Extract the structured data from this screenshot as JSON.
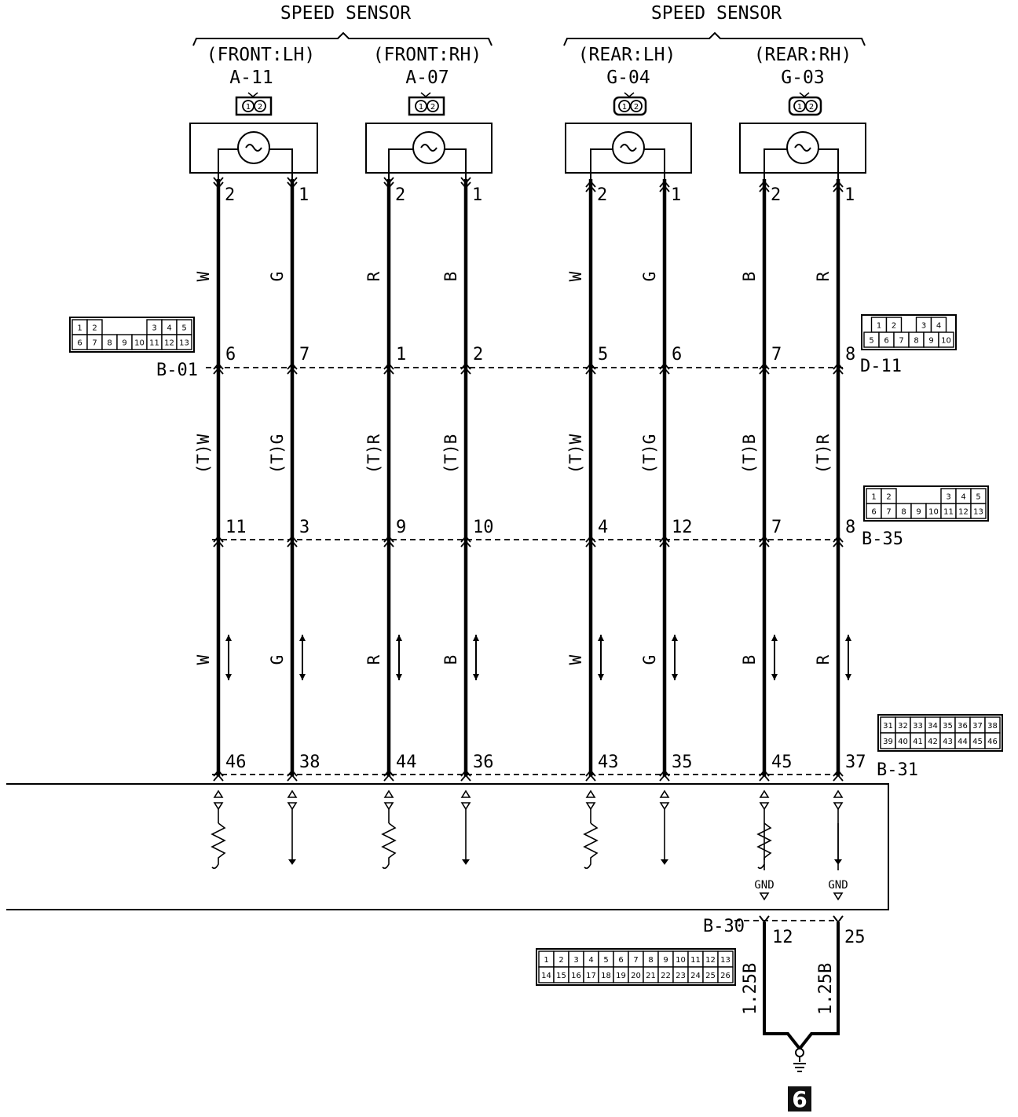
{
  "headers": [
    {
      "title": "SPEED SENSOR"
    },
    {
      "title": "SPEED SENSOR"
    }
  ],
  "sensors": [
    {
      "position": "(FRONT:LH)",
      "connector": "A-11",
      "icon_pins": "12"
    },
    {
      "position": "(FRONT:RH)",
      "connector": "A-07",
      "icon_pins": "12"
    },
    {
      "position": "(REAR:LH)",
      "connector": "G-04",
      "icon_pins": "12"
    },
    {
      "position": "(REAR:RH)",
      "connector": "G-03",
      "icon_pins": "12"
    }
  ],
  "wires": [
    {
      "sensor_pin": "2",
      "color_top": "W",
      "inline1_pin": "6",
      "color_mid": "(T)W",
      "inline2_pin": "11",
      "color_bot": "W",
      "ecu_pin": "46"
    },
    {
      "sensor_pin": "1",
      "color_top": "G",
      "inline1_pin": "7",
      "color_mid": "(T)G",
      "inline2_pin": "3",
      "color_bot": "G",
      "ecu_pin": "38"
    },
    {
      "sensor_pin": "2",
      "color_top": "R",
      "inline1_pin": "1",
      "color_mid": "(T)R",
      "inline2_pin": "9",
      "color_bot": "R",
      "ecu_pin": "44"
    },
    {
      "sensor_pin": "1",
      "color_top": "B",
      "inline1_pin": "2",
      "color_mid": "(T)B",
      "inline2_pin": "10",
      "color_bot": "B",
      "ecu_pin": "36"
    },
    {
      "sensor_pin": "2",
      "color_top": "W",
      "inline1_pin": "5",
      "color_mid": "(T)W",
      "inline2_pin": "4",
      "color_bot": "W",
      "ecu_pin": "43"
    },
    {
      "sensor_pin": "1",
      "color_top": "G",
      "inline1_pin": "6",
      "color_mid": "(T)G",
      "inline2_pin": "12",
      "color_bot": "G",
      "ecu_pin": "35"
    },
    {
      "sensor_pin": "2",
      "color_top": "B",
      "inline1_pin": "7",
      "color_mid": "(T)B",
      "inline2_pin": "7",
      "color_bot": "B",
      "ecu_pin": "45"
    },
    {
      "sensor_pin": "1",
      "color_top": "R",
      "inline1_pin": "8",
      "color_mid": "(T)R",
      "inline2_pin": "8",
      "color_bot": "R",
      "ecu_pin": "37"
    }
  ],
  "connectors": {
    "b01": {
      "label": "B-01",
      "row1": [
        "1",
        "2",
        "",
        "",
        "",
        "3",
        "4",
        "5"
      ],
      "row2": [
        "6",
        "7",
        "8",
        "9",
        "10",
        "11",
        "12",
        "13"
      ]
    },
    "d11": {
      "label": "D-11",
      "row1": [
        "1",
        "2",
        "",
        "3",
        "4"
      ],
      "row2": [
        "5",
        "6",
        "7",
        "8",
        "9",
        "10"
      ]
    },
    "b35": {
      "label": "B-35",
      "row1": [
        "1",
        "2",
        "",
        "",
        "",
        "3",
        "4",
        "5"
      ],
      "row2": [
        "6",
        "7",
        "8",
        "9",
        "10",
        "11",
        "12",
        "13"
      ]
    },
    "b31": {
      "label": "B-31",
      "row1": [
        "31",
        "32",
        "33",
        "34",
        "35",
        "36",
        "37",
        "38"
      ],
      "row2": [
        "39",
        "40",
        "41",
        "42",
        "43",
        "44",
        "45",
        "46"
      ]
    },
    "b30": {
      "label": "B-30",
      "row1": [
        "1",
        "2",
        "3",
        "4",
        "5",
        "6",
        "7",
        "8",
        "9",
        "10",
        "11",
        "12",
        "13"
      ],
      "row2": [
        "14",
        "15",
        "16",
        "17",
        "18",
        "19",
        "20",
        "21",
        "22",
        "23",
        "24",
        "25",
        "26"
      ]
    }
  },
  "ground": {
    "gnd_label_left": "GND",
    "gnd_label_right": "GND",
    "pin_left": "12",
    "pin_right": "25",
    "wire_left": "1.25B",
    "wire_right": "1.25B",
    "ground_point": "6"
  }
}
